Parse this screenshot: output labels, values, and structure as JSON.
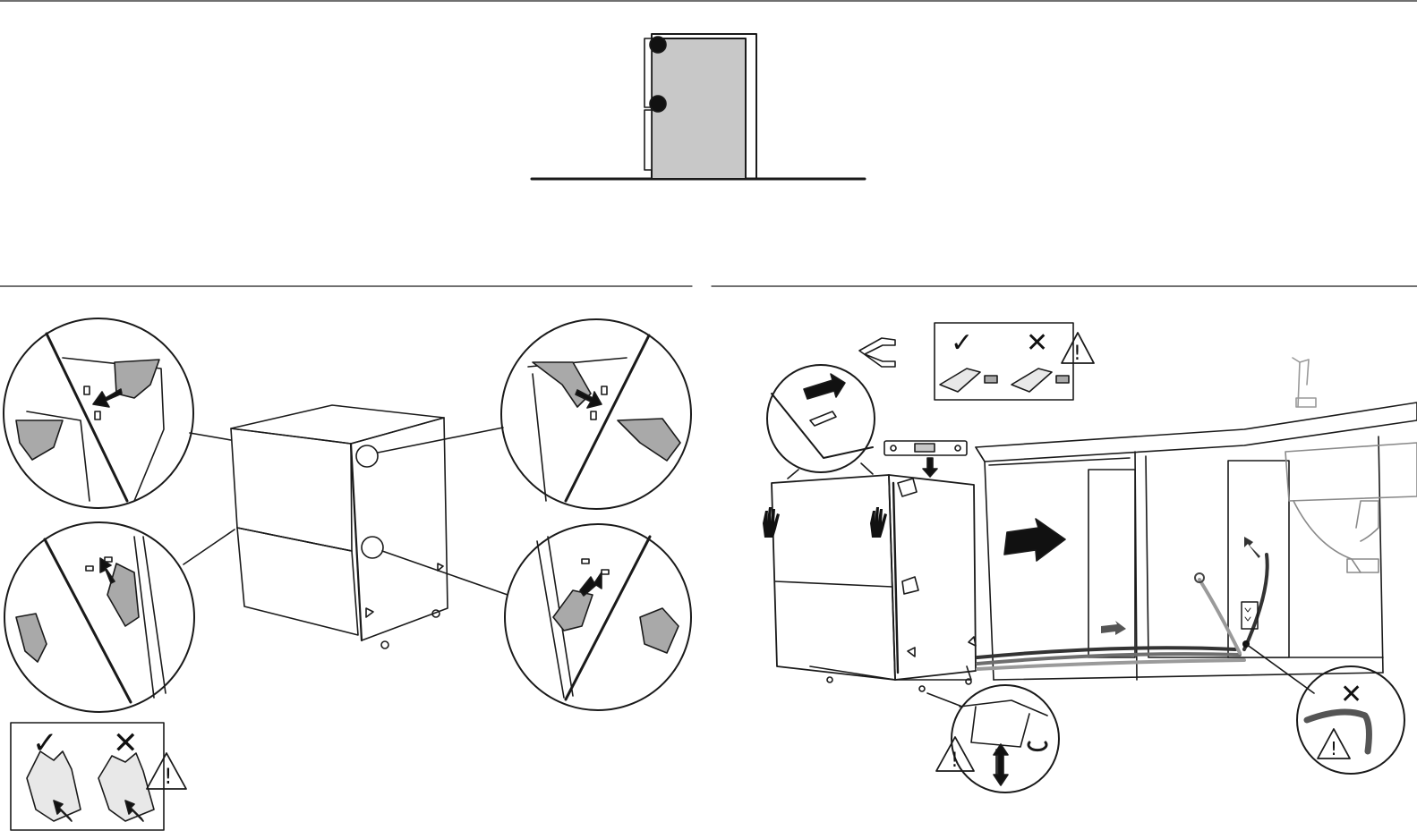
{
  "page": {
    "background": "#ffffff",
    "line_color": "#1a1a1a",
    "door_fill": "#c8c8c8",
    "part_fill": "#a9a9a9",
    "hose_colors": [
      "#333333",
      "#6e6e6e",
      "#9a9a9a"
    ]
  },
  "top_figure": {
    "subject": "door hinge side view with two hinge points"
  },
  "left_panel": {
    "subject": "appliance hinge reversal",
    "zoom_callouts": [
      "top-left hinge",
      "bottom-left hinge",
      "top-right hinge",
      "bottom-right hinge"
    ],
    "warning_box": {
      "ok_symbol": "✓",
      "bad_symbol": "✕",
      "warning_symbol": "!"
    }
  },
  "right_panel": {
    "subject": "slide appliance into cabinet and level it",
    "warning_box": {
      "ok_symbol": "✓",
      "bad_symbol": "✕",
      "warning_symbol": "!"
    },
    "icons": [
      "spirit-level-icon",
      "hand-icon",
      "adjustable-foot-icon",
      "kinked-hose-icon",
      "faucet-icon",
      "sink-icon"
    ]
  }
}
